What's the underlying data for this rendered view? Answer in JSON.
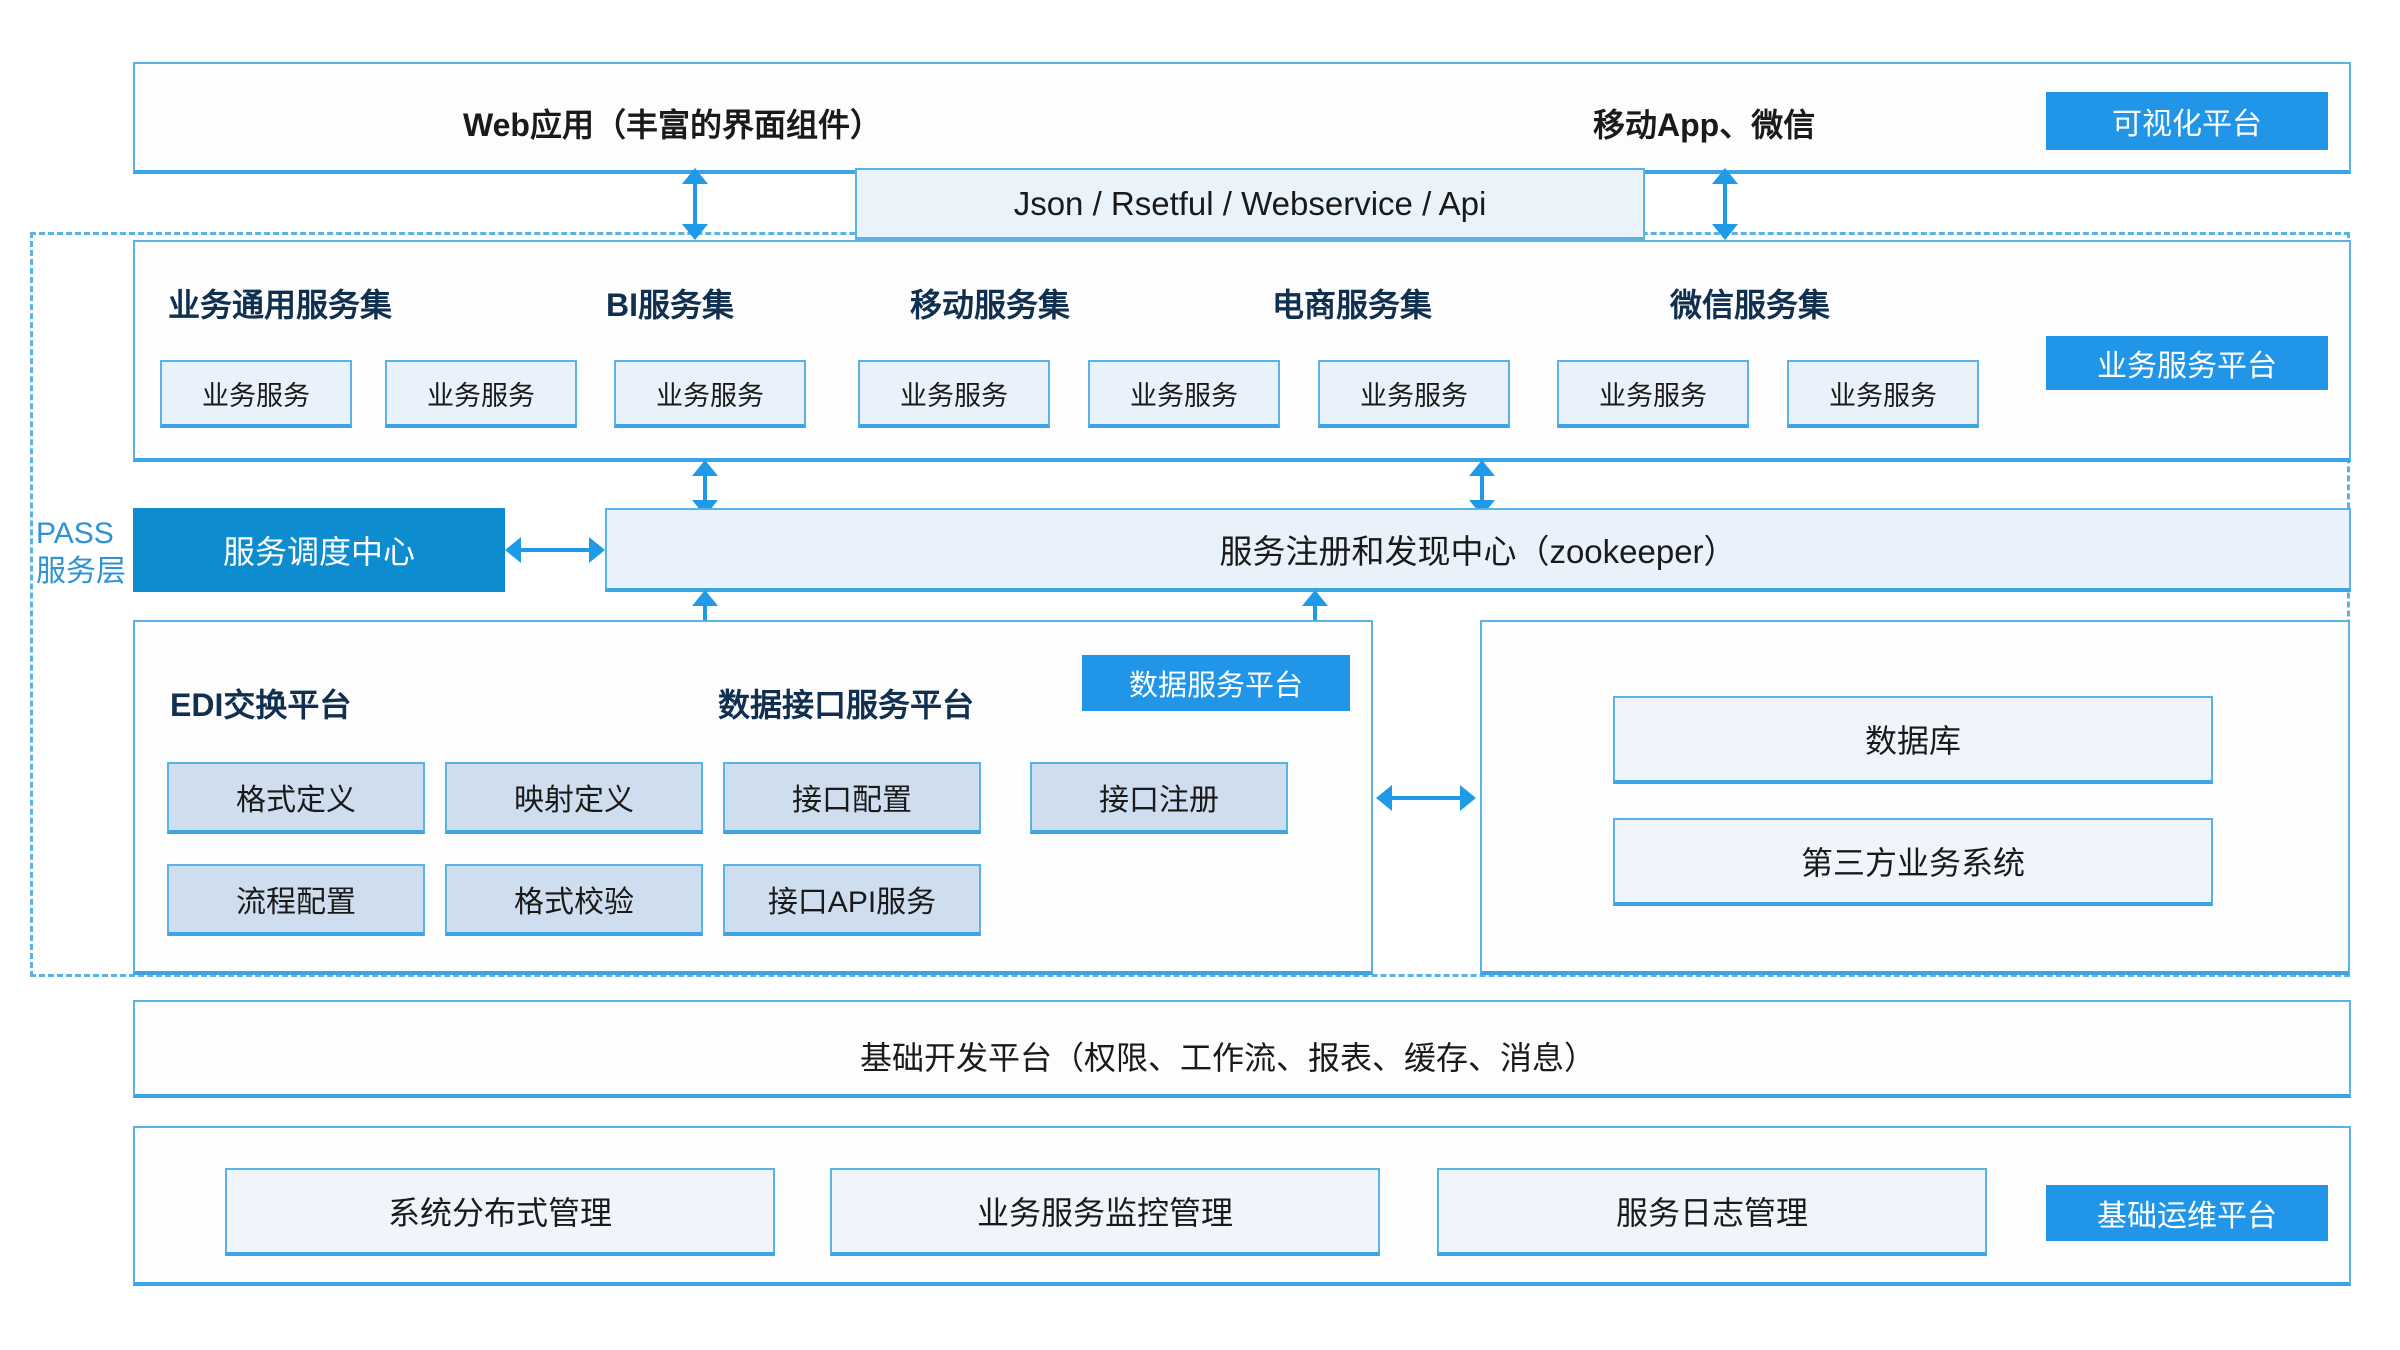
{
  "diagram": {
    "pass_layer_label": "PASS\n服务层",
    "colors": {
      "badge_blue": "#2196e8",
      "dark_blue": "#0d8ccf",
      "border_blue": "#5ab3e8",
      "arrow_blue": "#1f9ae8",
      "heading_navy": "#11304f",
      "chip_fill": "#e9f1fa",
      "chip_mid_fill": "#cfdeef"
    }
  },
  "layer_presentation": {
    "badge": "可视化平台",
    "web_app_label": "Web应用（丰富的界面组件）",
    "mobile_label": "移动App、微信"
  },
  "protocol_bus": {
    "label": "Json / Rsetful / Webservice / Api"
  },
  "layer_business_service": {
    "badge": "业务服务平台",
    "service_sets": [
      {
        "title": "业务通用服务集",
        "services": [
          "业务服务",
          "业务服务"
        ]
      },
      {
        "title": "BI服务集",
        "services": [
          "业务服务"
        ]
      },
      {
        "title": "移动服务集",
        "services": [
          "业务服务",
          "业务服务"
        ]
      },
      {
        "title": "电商服务集",
        "services": [
          "业务服务",
          "业务服务"
        ]
      },
      {
        "title": "微信服务集",
        "services": [
          "业务服务",
          "业务服务"
        ]
      }
    ],
    "all_service_chips": [
      "业务服务",
      "业务服务",
      "业务服务",
      "业务服务",
      "业务服务",
      "业务服务",
      "业务服务",
      "业务服务"
    ]
  },
  "layer_registry": {
    "dispatch_center": "服务调度中心",
    "registry_center": "服务注册和发现中心（zookeeper）"
  },
  "layer_data_service": {
    "badge": "数据服务平台",
    "edi_platform": {
      "title": "EDI交换平台",
      "items": [
        "格式定义",
        "映射定义",
        "流程配置",
        "格式校验"
      ]
    },
    "data_interface_platform": {
      "title": "数据接口服务平台",
      "items": [
        "接口配置",
        "接口注册",
        "接口API服务"
      ]
    },
    "storage": {
      "items": [
        "数据库",
        "第三方业务系统"
      ]
    }
  },
  "layer_base_dev": {
    "label": "基础开发平台（权限、工作流、报表、缓存、消息）"
  },
  "layer_ops": {
    "badge": "基础运维平台",
    "items": [
      "系统分布式管理",
      "业务服务监控管理",
      "服务日志管理"
    ]
  }
}
